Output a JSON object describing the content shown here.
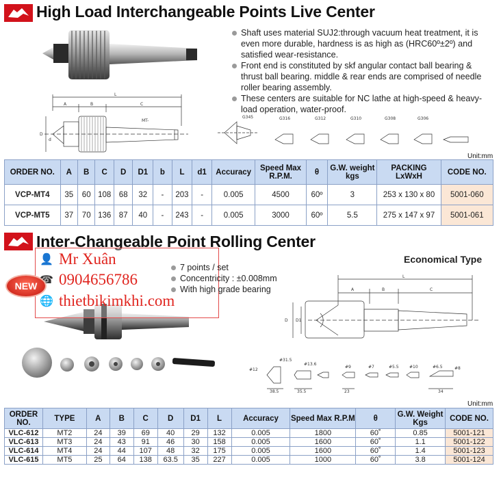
{
  "section1": {
    "title": "High Load Interchangeable Points Live Center",
    "bullets": [
      "Shaft uses material SUJ2:through vacuum heat treatment, it is even more durable, hardness is as high as (HRC60º±2º) and satisfied wear-resistance.",
      "Front end is constituted by skf angular contact ball bearing & thrust ball bearing. middle & rear ends are comprised of needle roller bearing assembly.",
      "These centers are suitable for NC lathe at high-speed & heavy-load operation, water-proof."
    ],
    "dim_labels": {
      "a": "A",
      "b": "B",
      "c": "C",
      "l": "L",
      "mt": "MT-",
      "d": "D",
      "d1": "d"
    },
    "point_labels": [
      "G345",
      "G316",
      "G312",
      "G310",
      "G308",
      "G306"
    ],
    "unit": "Unit:mm",
    "headers": [
      "ORDER NO.",
      "A",
      "B",
      "C",
      "D",
      "D1",
      "b",
      "L",
      "d1",
      "Accuracy",
      "Speed Max R.P.M.",
      "θ",
      "G.W. weight kgs",
      "PACKING LxWxH",
      "CODE NO."
    ],
    "rows": [
      [
        "VCP-MT4",
        "35",
        "60",
        "108",
        "68",
        "32",
        "-",
        "203",
        "-",
        "0.005",
        "4500",
        "60º",
        "3",
        "253 x 130 x 80",
        "5001-060"
      ],
      [
        "VCP-MT5",
        "37",
        "70",
        "136",
        "87",
        "40",
        "-",
        "243",
        "-",
        "0.005",
        "3000",
        "60º",
        "5.5",
        "275 x 147 x 97",
        "5001-061"
      ]
    ]
  },
  "section2": {
    "title": "Inter-Changeable Point Rolling Center",
    "subtitle": "Economical Type",
    "bullets": [
      "7 points / set",
      "Concentricity : ±0.008mm",
      "With high grade bearing"
    ],
    "badge": "NEW",
    "contact": {
      "name": "Mr Xuân",
      "phone": "0904656786",
      "site": "thietbikimkhi.com"
    },
    "dim_labels": {
      "a": "A",
      "b": "B",
      "c": "C",
      "l": "L",
      "d": "D",
      "d1": "D1"
    },
    "point_dims": [
      "#12",
      "#31.5",
      "#13.6",
      "38.5",
      "35.5",
      "#9",
      "23",
      "#7",
      "#5.5",
      "#10",
      "#6.5",
      "#8",
      "34"
    ],
    "unit": "Unit:mm",
    "headers": [
      "ORDER NO.",
      "TYPE",
      "A",
      "B",
      "C",
      "D",
      "D1",
      "L",
      "Accuracy",
      "Speed Max R.P.M",
      "θ",
      "G.W. Weight Kgs",
      "CODE NO."
    ],
    "rows": [
      [
        "VLC-612",
        "MT2",
        "24",
        "39",
        "69",
        "40",
        "29",
        "132",
        "0.005",
        "1800",
        "60˚",
        "0.85",
        "5001-121"
      ],
      [
        "VLC-613",
        "MT3",
        "24",
        "43",
        "91",
        "46",
        "30",
        "158",
        "0.005",
        "1600",
        "60˚",
        "1.1",
        "5001-122"
      ],
      [
        "VLC-614",
        "MT4",
        "24",
        "44",
        "107",
        "48",
        "32",
        "175",
        "0.005",
        "1600",
        "60˚",
        "1.4",
        "5001-123"
      ],
      [
        "VLC-615",
        "MT5",
        "25",
        "64",
        "138",
        "63.5",
        "35",
        "227",
        "0.005",
        "1000",
        "60˚",
        "3.8",
        "5001-124"
      ]
    ]
  }
}
